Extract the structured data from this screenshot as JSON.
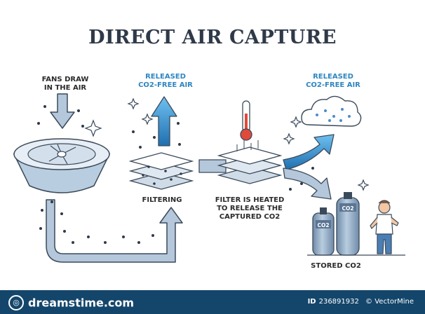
{
  "title": "DIRECT AIR CAPTURE",
  "labels": {
    "fans_draw": [
      "FANS DRAW",
      "IN THE AIR"
    ],
    "released_1": [
      "RELEASED",
      "CO2-FREE AIR"
    ],
    "released_2": [
      "RELEASED",
      "CO2-FREE AIR"
    ],
    "filtering": "FILTERING",
    "filter_heated": [
      "FILTER IS HEATED",
      "TO RELEASE THE",
      "CAPTURED CO2"
    ],
    "stored": "STORED CO2",
    "tank_label": "CO2"
  },
  "colors": {
    "title": "#2f3a49",
    "accent_blue": "#2e86c1",
    "arrow_light": "#b5c7da",
    "arrow_outline": "#3b4a5a",
    "footer_bg": "#14466b"
  },
  "footer": {
    "site": "dreamstime.com",
    "id_lead": "ID",
    "id_value": "236891932",
    "credit": "© VectorMine"
  }
}
